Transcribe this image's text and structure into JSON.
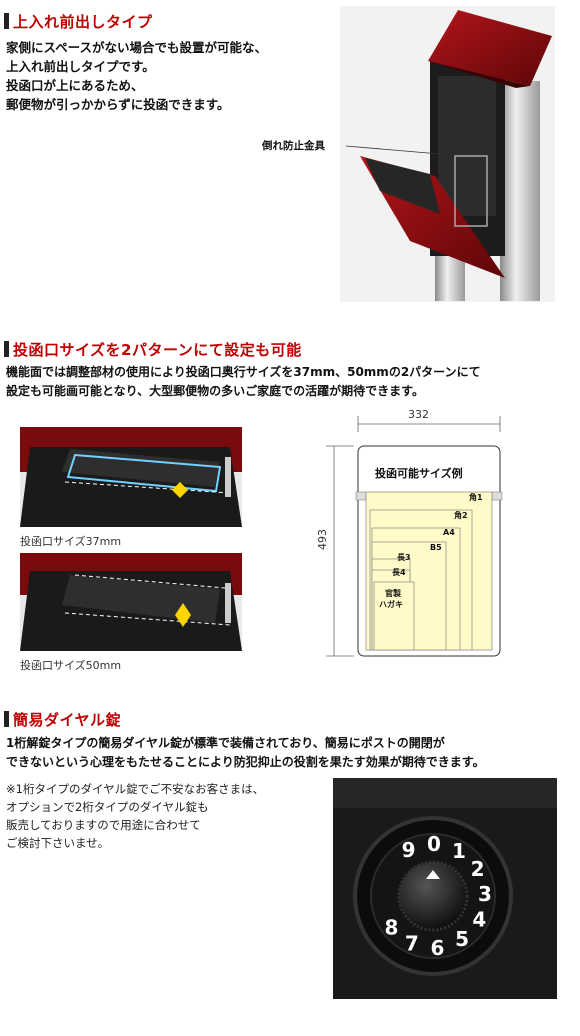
{
  "section1": {
    "title": "上入れ前出しタイプ",
    "lines": [
      "家側にスペースがない場合でも設置が可能な、",
      "上入れ前出しタイプです。",
      "投函口が上にあるため、",
      "郵便物が引っかからずに投函できます。"
    ],
    "callout": "倒れ防止金具"
  },
  "section2": {
    "title": "投函口サイズを2パターンにて設定も可能",
    "lines": [
      "機能面では調整部材の使用により投函口奥行サイズを37mm、50mmの2パターンにて",
      "設定も可能画可能となり、大型郵便物の多いご家庭での活躍が期待できます。"
    ],
    "caption_37": "投函口サイズ37mm",
    "caption_50": "投函口サイズ50mm",
    "diagram": {
      "width_label": "332",
      "height_label": "493",
      "title": "投函可能サイズ例",
      "sizes": [
        "角1",
        "角2",
        "A4",
        "B5",
        "長3",
        "長4",
        "官製",
        "ハガキ"
      ]
    }
  },
  "section3": {
    "title": "簡易ダイヤル錠",
    "lines": [
      "1桁解錠タイプの簡易ダイヤル錠が標準で装備されており、簡易にポストの開閉が",
      "できないという心理をもたせることにより防犯抑止の役割を果たす効果が期待できます。"
    ],
    "note_lines": [
      "※1桁タイプのダイヤル錠でご不安なお客さまは、",
      "オプションで2桁タイプのダイヤル錠も",
      "販売しておりますので用途に合わせて",
      "ご検討下さいませ。"
    ],
    "dial_digits": [
      "9",
      "0",
      "1",
      "2",
      "3",
      "4",
      "5",
      "6",
      "7",
      "8"
    ]
  },
  "colors": {
    "accent": "#c00000",
    "mailbox_red": "#8b0e12"
  }
}
